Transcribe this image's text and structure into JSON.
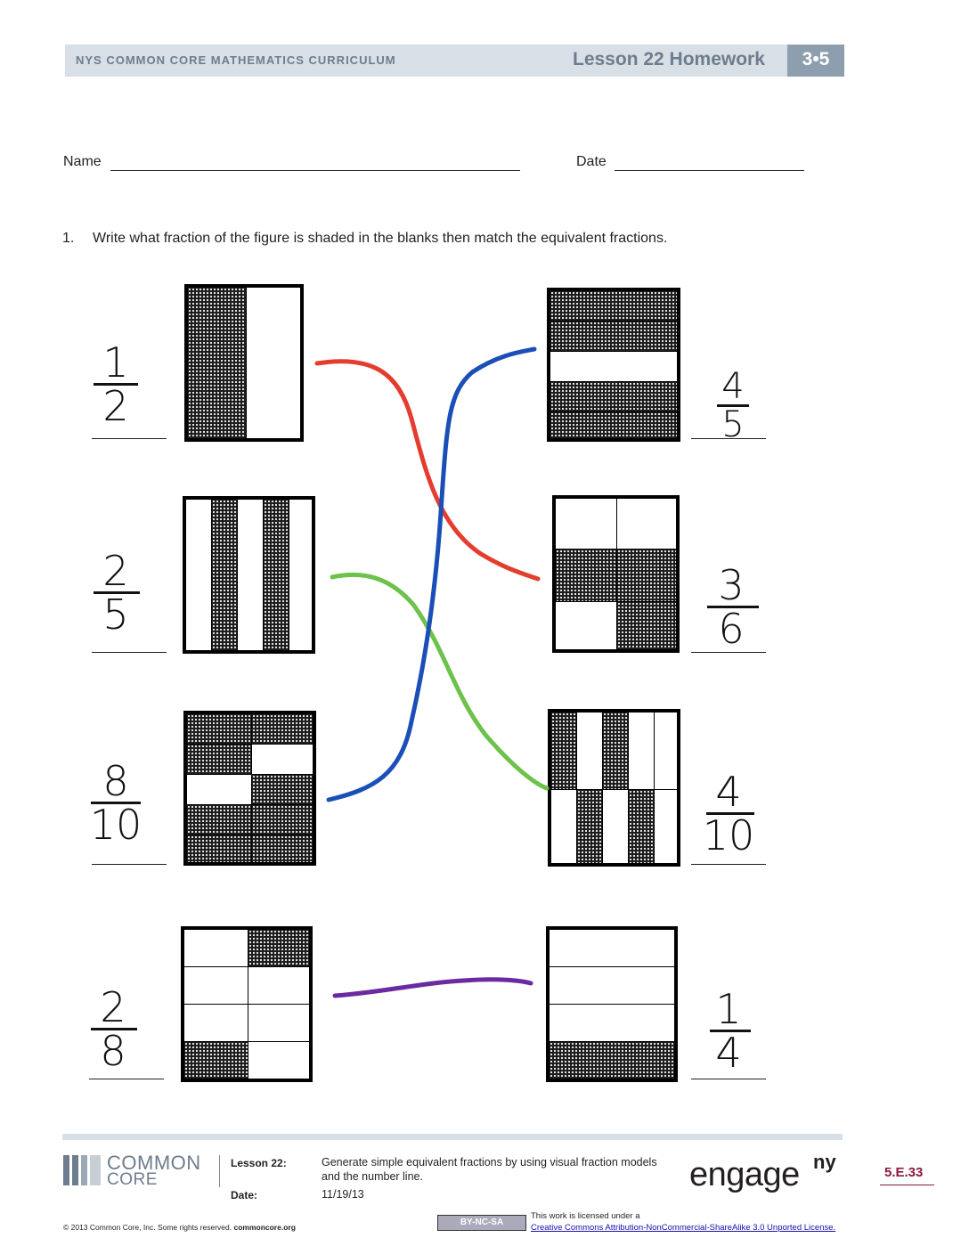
{
  "header": {
    "curriculum": "NYS COMMON CORE MATHEMATICS CURRICULUM",
    "lesson_title": "Lesson 22 Homework",
    "grade_module": "3•5"
  },
  "fields": {
    "name_label": "Name",
    "date_label": "Date"
  },
  "question": {
    "number": "1.",
    "text": "Write what fraction of the figure is shaded in the blanks then match the equivalent fractions."
  },
  "left_column": [
    {
      "numerator": "1",
      "denominator": "2",
      "shading": "1 of 2 vertical parts"
    },
    {
      "numerator": "2",
      "denominator": "5",
      "shading": "2 of 5 vertical strips"
    },
    {
      "numerator": "8",
      "denominator": "10",
      "shading": "8 of 10 parts"
    },
    {
      "numerator": "2",
      "denominator": "8",
      "shading": "2 of 8 parts"
    }
  ],
  "right_column": [
    {
      "numerator": "4",
      "denominator": "5",
      "shading": "4 of 5 horizontal strips"
    },
    {
      "numerator": "3",
      "denominator": "6",
      "shading": "3 of 6 parts"
    },
    {
      "numerator": "4",
      "denominator": "10",
      "shading": "4 of 10 parts"
    },
    {
      "numerator": "1",
      "denominator": "4",
      "shading": "1 of 4 horizontal strips"
    }
  ],
  "matches": [
    {
      "from": "1/2",
      "to": "3/6",
      "color": "#e43d2f"
    },
    {
      "from": "2/5",
      "to": "4/10",
      "color": "#6cc24a"
    },
    {
      "from": "8/10",
      "to": "4/5",
      "color": "#1b4fb8"
    },
    {
      "from": "2/8",
      "to": "1/4",
      "color": "#6a2aa0"
    }
  ],
  "footer": {
    "logo_line1": "COMMON",
    "logo_line2": "CORE",
    "lesson_label": "Lesson 22:",
    "lesson_desc_line1": "Generate simple equivalent fractions by using visual fraction models",
    "lesson_desc_line2": "and the number line.",
    "date_label": "Date:",
    "date_value": "11/19/13",
    "brand": "engage",
    "brand_sup": "ny",
    "page": "5.E.33",
    "copyright": "© 2013 Common Core, Inc. Some rights reserved.",
    "copyright_site": "commoncore.org",
    "cc_badge": "BY-NC-SA",
    "license_line1": "This work is licensed under a",
    "license_line2": "Creative Commons Attribution-NonCommercial-ShareAlike 3.0 Unported License."
  }
}
